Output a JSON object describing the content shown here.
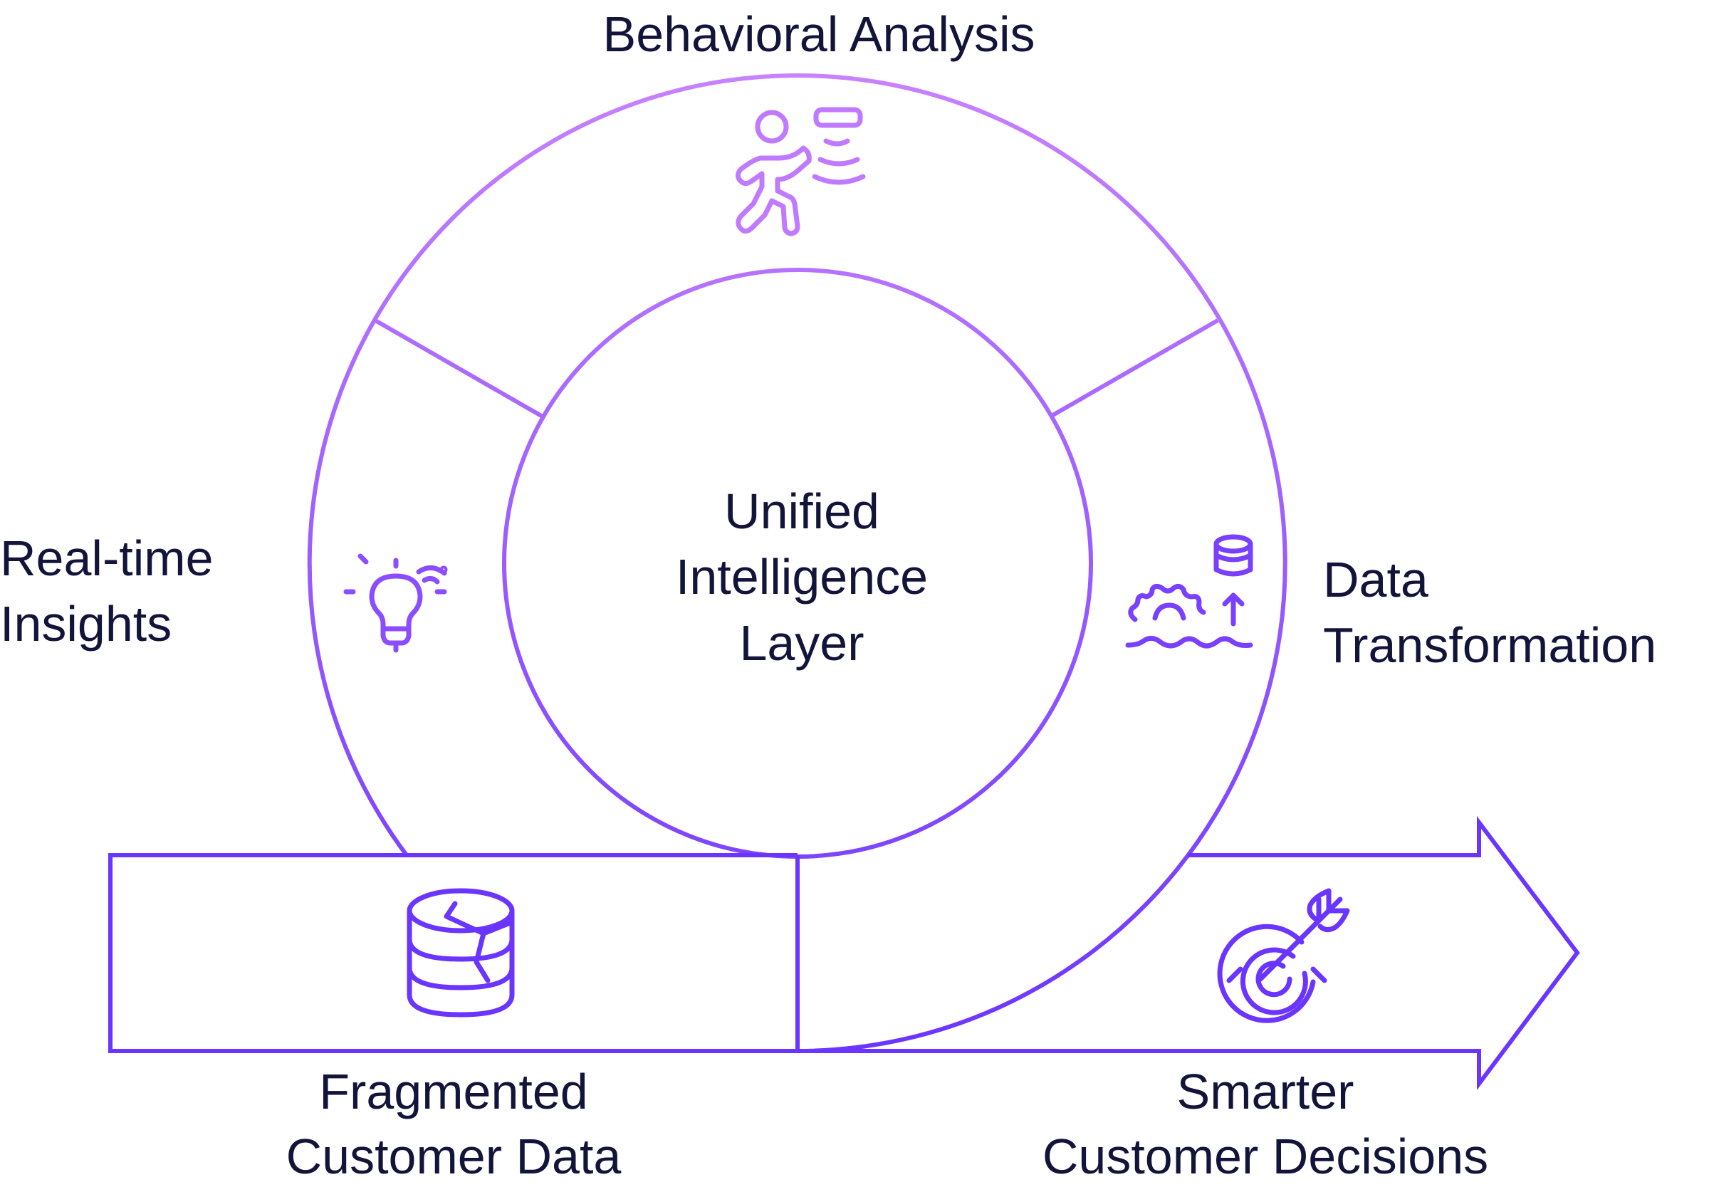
{
  "title": "Behavioral Analysis",
  "center": {
    "lines": [
      "Unified",
      "Intelligence",
      "Layer"
    ]
  },
  "segments": {
    "left": {
      "lines": [
        "Real-time",
        "Insights"
      ],
      "icon": "lightbulb-signal-icon"
    },
    "top": {
      "label": "Behavioral Analysis",
      "icon": "person-walking-sensor-icon"
    },
    "right": {
      "lines": [
        "Data",
        "Transformation"
      ],
      "icon": "gear-database-icon"
    }
  },
  "flow": {
    "start": {
      "lines": [
        "Fragmented",
        "Customer Data"
      ],
      "icon": "fragmented-database-icon"
    },
    "end": {
      "lines": [
        "Smarter",
        "Customer Decisions"
      ],
      "icon": "target-arrow-icon"
    }
  },
  "colors": {
    "light": "#c882ff",
    "mid": "#9a5cff",
    "dark": "#6a35ff",
    "text": "#12143a"
  }
}
